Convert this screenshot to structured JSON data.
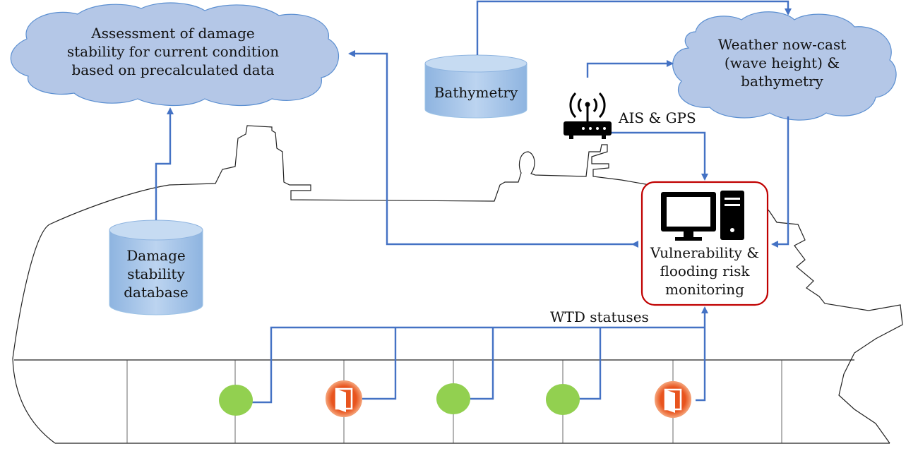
{
  "clouds": {
    "assessment": "Assessment of damage\nstability for current condition\nbased on precalculated data",
    "weather": "Weather now-cast\n(wave height) &\nbathymetry"
  },
  "databases": {
    "bathymetry": "Bathymetry",
    "damage_db": "Damage\nstability\ndatabase"
  },
  "labels": {
    "ais_gps": "AIS & GPS",
    "wtd_statuses": "WTD statuses"
  },
  "monitor": {
    "title": "Vulnerability &\nflooding risk\nmonitoring"
  },
  "colors": {
    "arrow": "#4472c4",
    "cloud_fill": "#b4c7e7",
    "cylinder_fill": "#9dc3e6",
    "monitor_border": "#c00000",
    "door_open": "#92d050",
    "door_closed": "#e8541e"
  },
  "icons": [
    "router-icon",
    "computer-monitor-icon",
    "computer-tower-icon",
    "door-icon"
  ],
  "doors": [
    {
      "state": "open"
    },
    {
      "state": "closed"
    },
    {
      "state": "open"
    },
    {
      "state": "open"
    },
    {
      "state": "closed"
    }
  ]
}
